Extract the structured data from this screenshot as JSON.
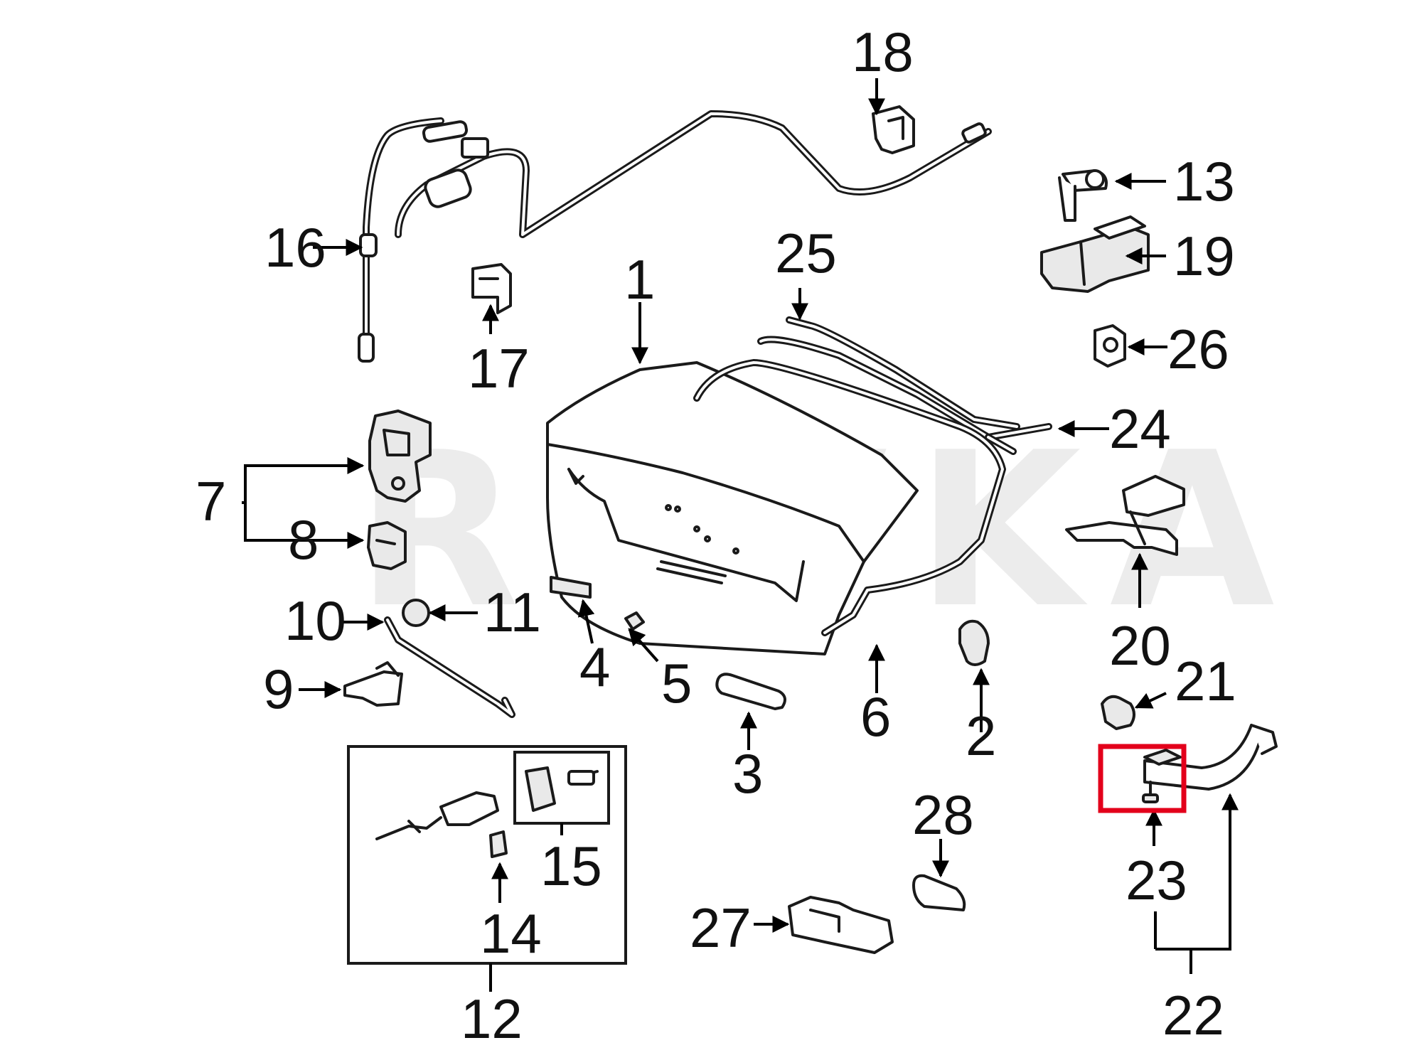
{
  "diagram": {
    "watermark": "REVKA",
    "highlight_color": "#e3001b",
    "labels": [
      "1",
      "2",
      "3",
      "4",
      "5",
      "6",
      "7",
      "8",
      "9",
      "10",
      "11",
      "12",
      "13",
      "14",
      "15",
      "16",
      "17",
      "18",
      "19",
      "20",
      "21",
      "22",
      "23",
      "24",
      "25",
      "26",
      "27",
      "28"
    ]
  }
}
